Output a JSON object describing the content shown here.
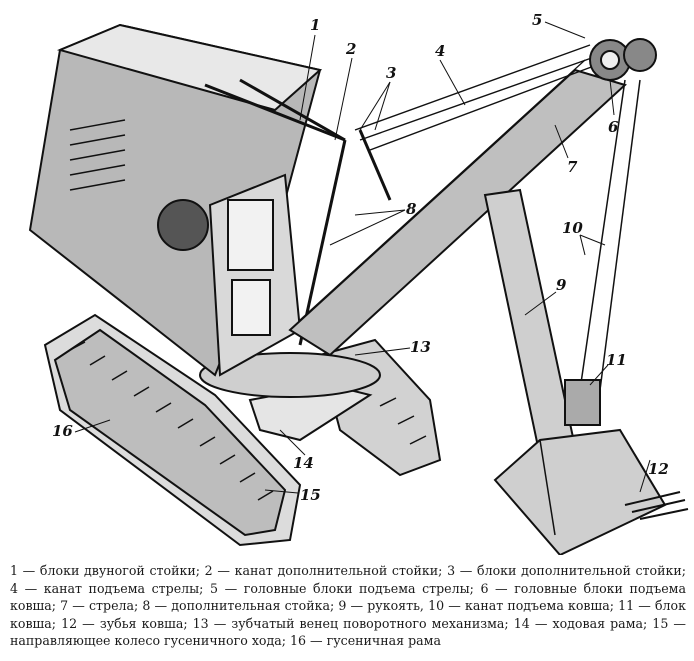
{
  "labels": [
    "1",
    "2",
    "3",
    "4",
    "5",
    "6",
    "7",
    "8",
    "9",
    "10",
    "11",
    "12",
    "13",
    "14",
    "15",
    "16"
  ],
  "caption": [
    "1 — блоки двуногой стойки; 2 — канат дополнительной стойки; 3 — блоки дополнительной стойки; 4 — канат подъема стрелы; 5 — головные блоки подъема стрелы; 6 — головные блоки подъема ковша; 7 — стрела; 8 — дополнительная стойка; 9 — рукоять, 10 — канат подъема ковша; 11 — блок ковша; 12 — зубья ковша; 13 — зубчатый венец поворотного механизма; 14 — ходовая рама; 15 — направляющее колесо гусеничного хода; 16 — гусеничная рама"
  ]
}
